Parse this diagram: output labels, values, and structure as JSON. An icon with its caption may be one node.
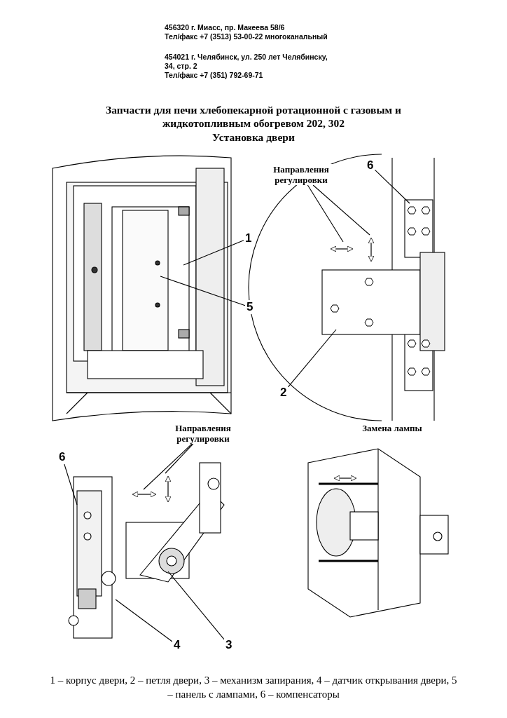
{
  "diagram": {
    "title": "Запчасти для печи хлебопекарной ротационной с газовым и жидкотопливным обогревом 202, 302",
    "caption": "1 – корпус двери, 2 – петля двери, 3 – механизм запирания, 4 – датчик открывания двери, 5 – панель с лампами, 6 – компенсаторы",
    "nodes": [
      {
        "text": [
          "Направления регулировки"
        ]
      },
      {
        "text": [
          "6"
        ]
      },
      {
        "text": [
          "1"
        ]
      },
      {
        "text": [
          "5"
        ]
      },
      {
        "text": [
          "2"
        ]
      },
      {
        "text": [
          "Направления регулировки"
        ]
      },
      {
        "text": [
          "6"
        ]
      },
      {
        "text": [
          "4"
        ]
      },
      {
        "text": [
          "3"
        ]
      },
      {
        "text": [],
        "shape": "picture"
      }
    ],
    "edges": [
      {
        "from": 0,
        "to": null,
        "arrow": "none"
      },
      {
        "from": 0,
        "to": null,
        "arrow": "none"
      },
      {
        "from": 1,
        "to": null,
        "arrow": "none"
      },
      {
        "from": 2,
        "to": 9,
        "arrow": "none"
      },
      {
        "from": 3,
        "to": 9,
        "arrow": "none"
      },
      {
        "from": 4,
        "to": null,
        "arrow": "none"
      },
      {
        "from": 5,
        "to": null,
        "arrow": "none"
      },
      {
        "from": 5,
        "to": null,
        "arrow": "none"
      },
      {
        "from": 6,
        "to": null,
        "arrow": "none"
      },
      {
        "from": 7,
        "to": null,
        "arrow": "none"
      },
      {
        "from": 8,
        "to": null,
        "arrow": "none"
      }
    ],
    "labels": [
      "456320 г. Миасс, пр. Макеева 58/6",
      "Тел/факс +7 (3513) 53-00-22 многоканальный",
      "454021 г. Челябинск, ул. 250 лет Челябинску, 34, стр. 2",
      "Тел/факс +7 (351) 792-69-71",
      "Установка двери",
      "Замена лампы"
    ]
  }
}
